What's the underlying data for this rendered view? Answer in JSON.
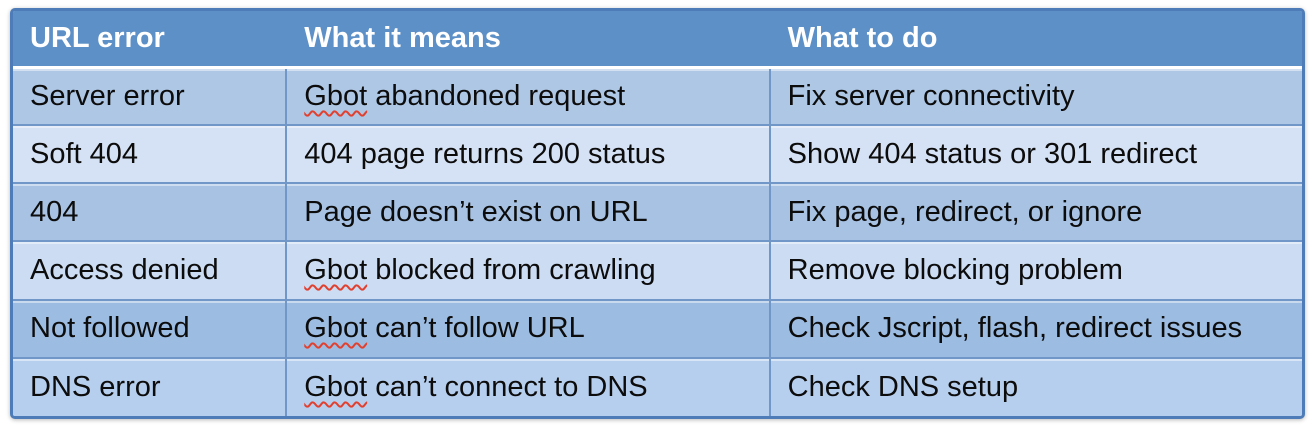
{
  "table": {
    "columns": [
      {
        "label": "URL error"
      },
      {
        "label": "What it means"
      },
      {
        "label": "What to do"
      }
    ],
    "rows": [
      {
        "error": "Server error",
        "meaning_flagged": "Gbot",
        "meaning_rest": " abandoned request",
        "action": "Fix server connectivity"
      },
      {
        "error": "Soft 404",
        "meaning_flagged": "",
        "meaning_rest": "404 page returns 200 status",
        "action": "Show 404 status or 301 redirect"
      },
      {
        "error": "404",
        "meaning_flagged": "",
        "meaning_rest": "Page doesn’t exist on URL",
        "action": "Fix page, redirect, or ignore"
      },
      {
        "error": "Access denied",
        "meaning_flagged": "Gbot",
        "meaning_rest": " blocked from crawling",
        "action": "Remove blocking problem"
      },
      {
        "error": "Not followed",
        "meaning_flagged": "Gbot",
        "meaning_rest": " can’t follow URL",
        "action": "Check Jscript, flash, redirect issues"
      },
      {
        "error": "DNS error",
        "meaning_flagged": "Gbot",
        "meaning_rest": " can’t connect to DNS",
        "action": "Check DNS setup"
      }
    ]
  },
  "colors": {
    "header_bg": "#5d90c7",
    "header_text": "#ffffff",
    "outer_border": "#4d7cb8",
    "grid_line": "#7097c8",
    "row_odd": "#aec7e5",
    "row_even": "#d5e1f4",
    "spellcheck_squiggle": "#e2402f",
    "body_text": "#0c0c0c"
  }
}
